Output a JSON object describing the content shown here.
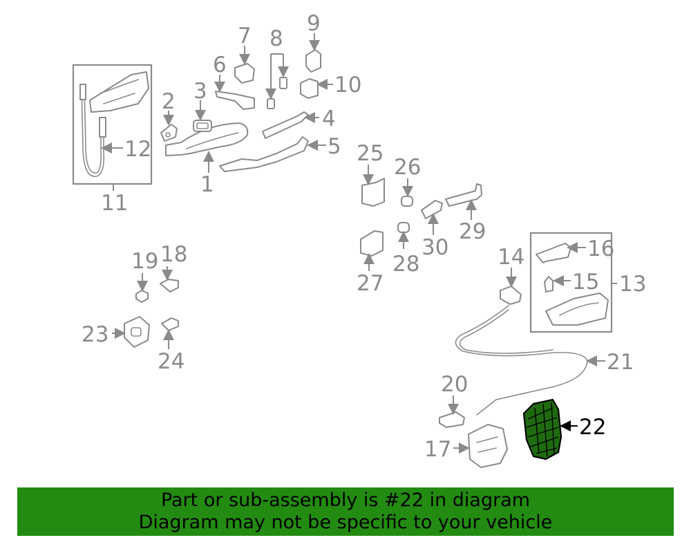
{
  "diagram": {
    "highlighted_part": "22",
    "highlight_color": "#1f6b0f",
    "line_color": "#8a8a8a",
    "callouts": [
      "1",
      "2",
      "3",
      "4",
      "5",
      "6",
      "7",
      "8",
      "9",
      "10",
      "11",
      "12",
      "13",
      "14",
      "15",
      "16",
      "17",
      "18",
      "19",
      "20",
      "21",
      "22",
      "23",
      "24",
      "25",
      "26",
      "27",
      "28",
      "29",
      "30"
    ]
  },
  "banner": {
    "background": "#238b12",
    "line1": "Part or sub-assembly is #22 in diagram",
    "line2": "Diagram may not be specific to your vehicle"
  }
}
